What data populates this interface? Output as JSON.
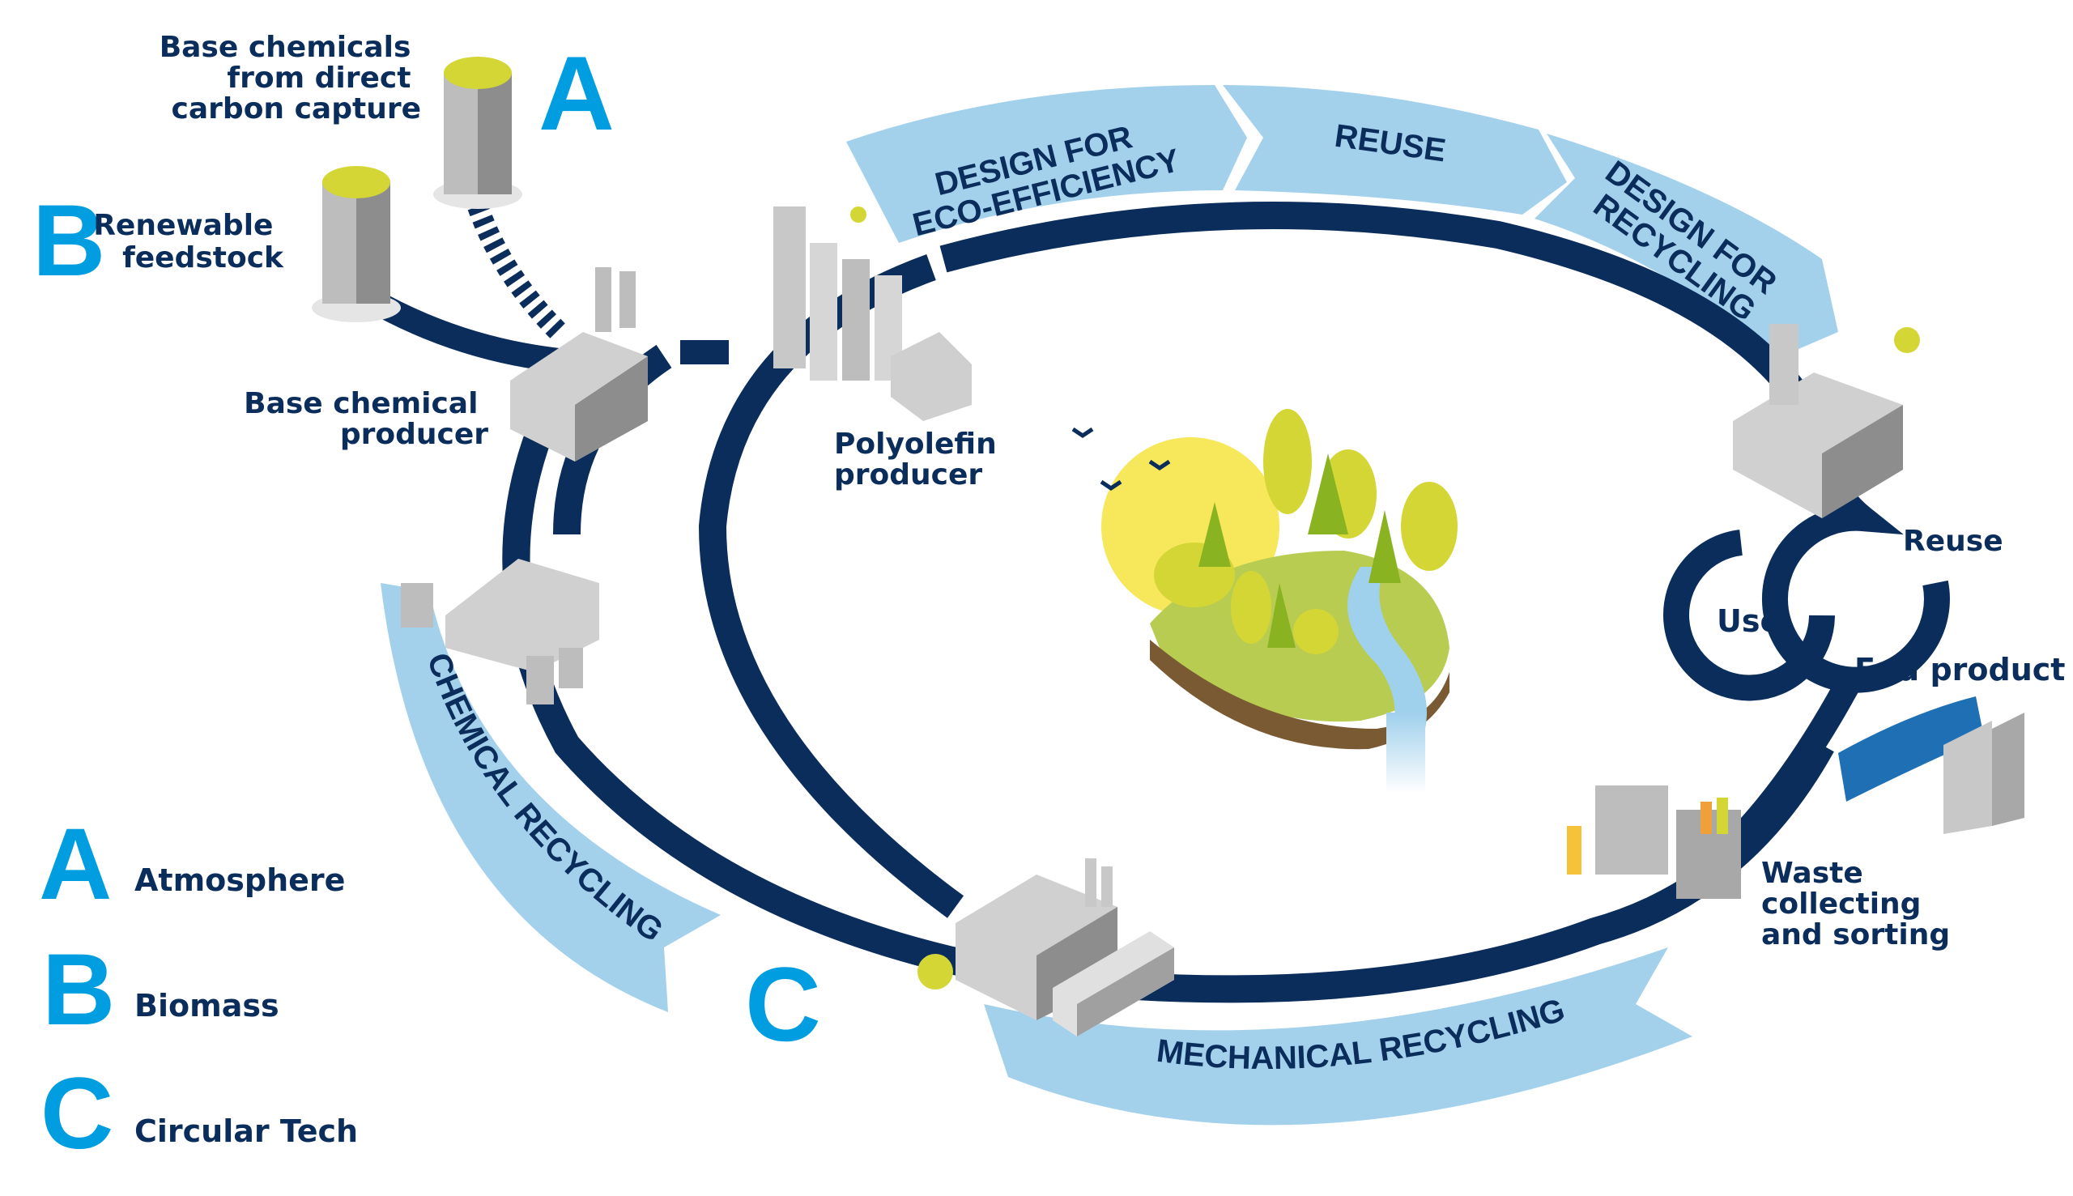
{
  "colors": {
    "navy": "#0b2d5b",
    "light_blue_band": "#a3d1ec",
    "accent_blue": "#009ee0",
    "sun_yellow": "#f7e75a",
    "grass": "#b8cc52",
    "tree_green": "#d4d635",
    "soil": "#7a5a32",
    "building_gray": "#c8c8c8"
  },
  "sources": {
    "a": {
      "letter": "A",
      "label_lines": [
        "Base chemicals",
        "from direct",
        "carbon capture"
      ]
    },
    "b": {
      "letter": "B",
      "label_lines": [
        "Renewable",
        "feedstock"
      ]
    }
  },
  "nodes": {
    "base_chemical_producer": [
      "Base chemical",
      "producer"
    ],
    "polyolefin_producer": [
      "Polyolefin",
      "producer"
    ],
    "end_product": "End product",
    "use": "Use",
    "reuse_loop": "Reuse",
    "waste": [
      "Waste",
      "collecting",
      "and sorting"
    ]
  },
  "bands": {
    "design_eco": [
      "DESIGN FOR",
      "ECO-EFFICIENCY"
    ],
    "reuse": "REUSE",
    "design_recycling": [
      "DESIGN FOR",
      "RECYCLING"
    ],
    "mechanical_recycling": "MECHANICAL RECYCLING",
    "chemical_recycling": "CHEMICAL RECYCLING"
  },
  "c_marker": "C",
  "legend": [
    {
      "letter": "A",
      "label": "Atmosphere"
    },
    {
      "letter": "B",
      "label": "Biomass"
    },
    {
      "letter": "C",
      "label": "Circular Tech"
    }
  ]
}
